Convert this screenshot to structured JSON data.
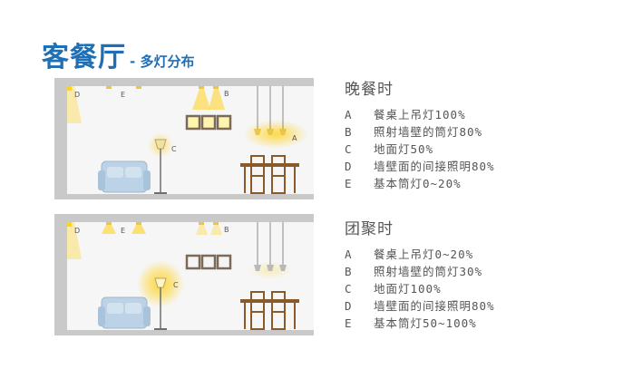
{
  "title": {
    "main": "客餐厅",
    "sub": "- 多灯分布"
  },
  "diagram_labels": {
    "A": "A",
    "B": "B",
    "C": "C",
    "D": "D",
    "E": "E"
  },
  "colors": {
    "title_blue": "#1f6fb5",
    "light_yellow": "#ffd21e",
    "sofa_blue": "#bcd2e6",
    "furniture_brown": "#8b5a2b",
    "wall_gray": "#b5b5b5"
  },
  "scenes": [
    {
      "heading": "晚餐时",
      "items": [
        {
          "key": "A",
          "text": "餐桌上吊灯100%"
        },
        {
          "key": "B",
          "text": "照射墙壁的筒灯80%"
        },
        {
          "key": "C",
          "text": "地面灯50%"
        },
        {
          "key": "D",
          "text": "墙壁面的间接照明80%"
        },
        {
          "key": "E",
          "text": "基本筒灯0~20%"
        }
      ]
    },
    {
      "heading": "团聚时",
      "items": [
        {
          "key": "A",
          "text": "餐桌上吊灯0~20%"
        },
        {
          "key": "B",
          "text": "照射墙壁的筒灯30%"
        },
        {
          "key": "C",
          "text": "地面灯100%"
        },
        {
          "key": "D",
          "text": "墙壁面的间接照明80%"
        },
        {
          "key": "E",
          "text": "基本筒灯50~100%"
        }
      ]
    }
  ]
}
